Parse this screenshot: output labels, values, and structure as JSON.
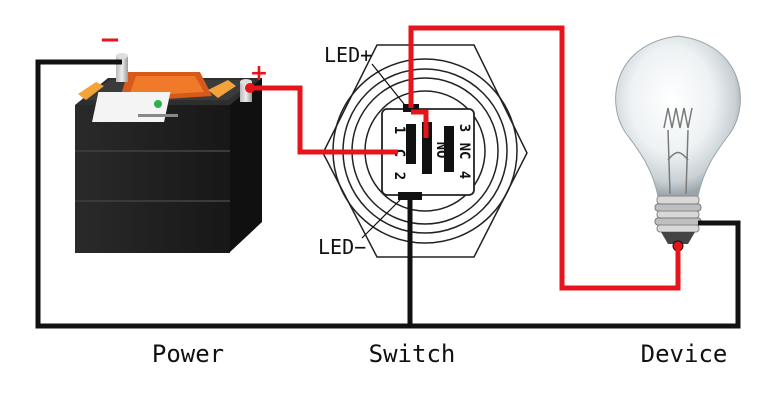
{
  "labels": {
    "power": "Power",
    "switch": "Switch",
    "device": "Device",
    "led_plus": "LED+",
    "led_minus": "LED−",
    "battery_negative": "−",
    "battery_positive": "+"
  },
  "switch_terminals": {
    "pin_1": "1",
    "pin_2": "2",
    "pin_3": "3",
    "pin_4": "4",
    "c": "C",
    "no": "NO",
    "nc": "NC"
  },
  "colors": {
    "wire_positive": "#e8141c",
    "wire_ground": "#111111"
  }
}
